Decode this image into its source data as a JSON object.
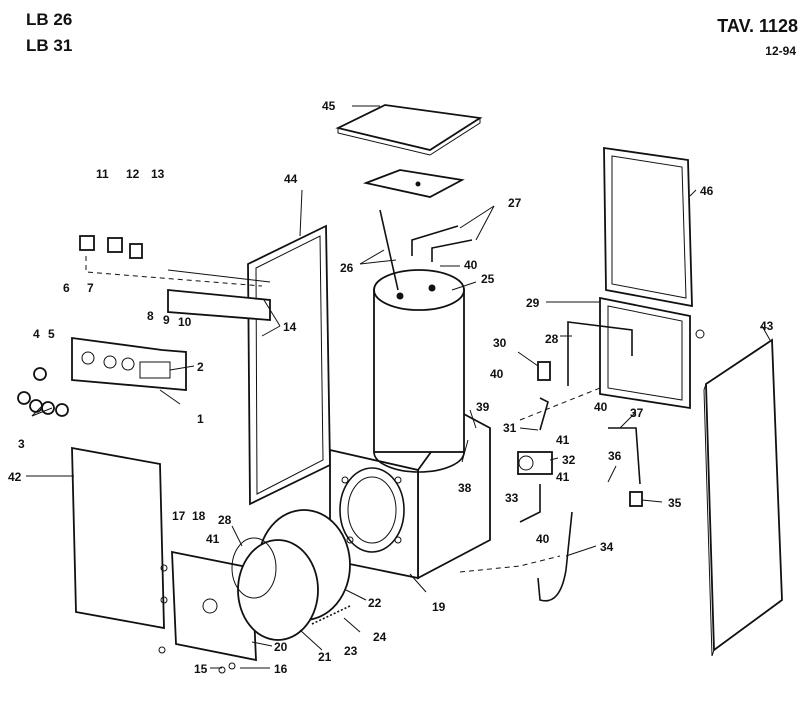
{
  "header": {
    "model_1": "LB 26",
    "model_2": "LB 31",
    "table_ref": "TAV. 1128",
    "date": "12-94"
  },
  "part_labels": [
    "1",
    "2",
    "3",
    "4",
    "5",
    "6",
    "7",
    "8",
    "9",
    "10",
    "11",
    "12",
    "13",
    "14",
    "15",
    "16",
    "17",
    "18",
    "19",
    "20",
    "21",
    "22",
    "23",
    "24",
    "25",
    "26",
    "27",
    "28",
    "29",
    "30",
    "31",
    "32",
    "33",
    "34",
    "35",
    "36",
    "37",
    "38",
    "39",
    "40",
    "41",
    "42",
    "43",
    "44",
    "45",
    "46"
  ]
}
